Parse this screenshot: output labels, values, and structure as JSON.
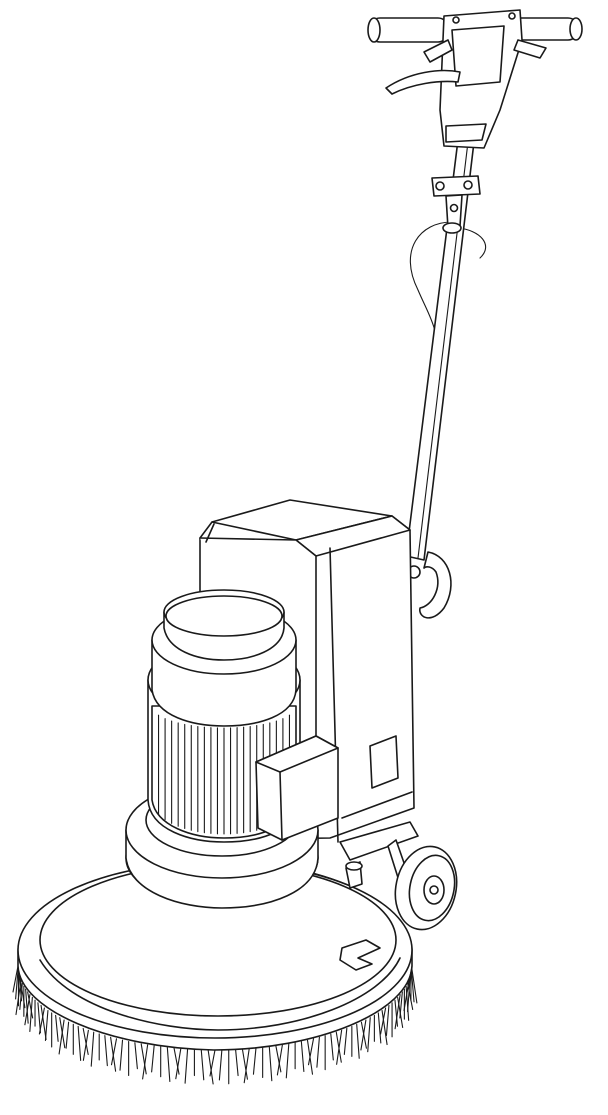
{
  "illustration": {
    "subject": "floor-scrubber-machine",
    "style": "black line art on white",
    "colors": {
      "line": "#1a1a1a",
      "background": "#ffffff"
    },
    "ribs": 22,
    "bristles": 90
  }
}
